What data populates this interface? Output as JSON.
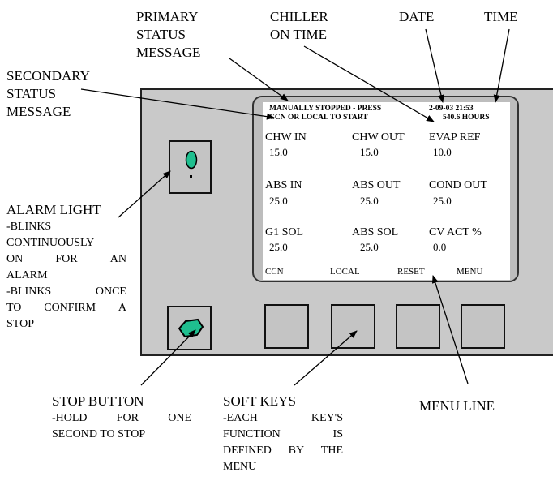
{
  "labels": {
    "primary": [
      "PRIMARY",
      "STATUS",
      "MESSAGE"
    ],
    "chiller": [
      "CHILLER",
      "ON TIME"
    ],
    "date": "DATE",
    "time": "TIME",
    "secondary": [
      "SECONDARY",
      "STATUS",
      "MESSAGE"
    ],
    "alarm_title": "ALARM LIGHT",
    "alarm_desc": [
      [
        "-BLINKS"
      ],
      [
        "CONTINUOUSLY"
      ],
      [
        "ON",
        "FOR",
        "AN"
      ],
      [
        "ALARM"
      ],
      [
        "-BLINKS",
        "ONCE"
      ],
      [
        "TO",
        "CONFIRM",
        "A"
      ],
      [
        "STOP"
      ]
    ],
    "stop_title": "STOP BUTTON",
    "stop_desc": [
      [
        "-HOLD",
        "FOR",
        "ONE"
      ],
      [
        "SECOND TO STOP"
      ]
    ],
    "soft_title": "SOFT KEYS",
    "soft_desc": [
      [
        "-EACH",
        "KEY'S"
      ],
      [
        "FUNCTION",
        "IS"
      ],
      [
        "DEFINED",
        "BY",
        "THE"
      ],
      [
        "MENU"
      ]
    ],
    "menu_line": "MENU LINE"
  },
  "display": {
    "status_line1": "MANUALLY STOPPED - PRESS",
    "status_line2": "CCN OR LOCAL TO START",
    "date_time": "2-09-03  21:53",
    "hours": "540.6  HOURS",
    "readings": [
      {
        "label": "CHW IN",
        "value": "15.0"
      },
      {
        "label": "CHW OUT",
        "value": "15.0"
      },
      {
        "label": "EVAP REF",
        "value": "10.0"
      },
      {
        "label": "ABS IN",
        "value": "25.0"
      },
      {
        "label": "ABS OUT",
        "value": "25.0"
      },
      {
        "label": "COND OUT",
        "value": "25.0"
      },
      {
        "label": "G1 SOL",
        "value": "25.0"
      },
      {
        "label": "ABS SOL",
        "value": "25.0"
      },
      {
        "label": "CV ACT %",
        "value": "0.0"
      }
    ],
    "menu": [
      "CCN",
      "LOCAL",
      "RESET",
      "MENU"
    ]
  },
  "colors": {
    "panel": "#c9c9c9",
    "key": "#c4c4c4",
    "indicator": "#1fbf8f"
  },
  "icons": {
    "alarm_light": "oval-light-icon",
    "stop_button": "hexagon-stop-icon"
  }
}
